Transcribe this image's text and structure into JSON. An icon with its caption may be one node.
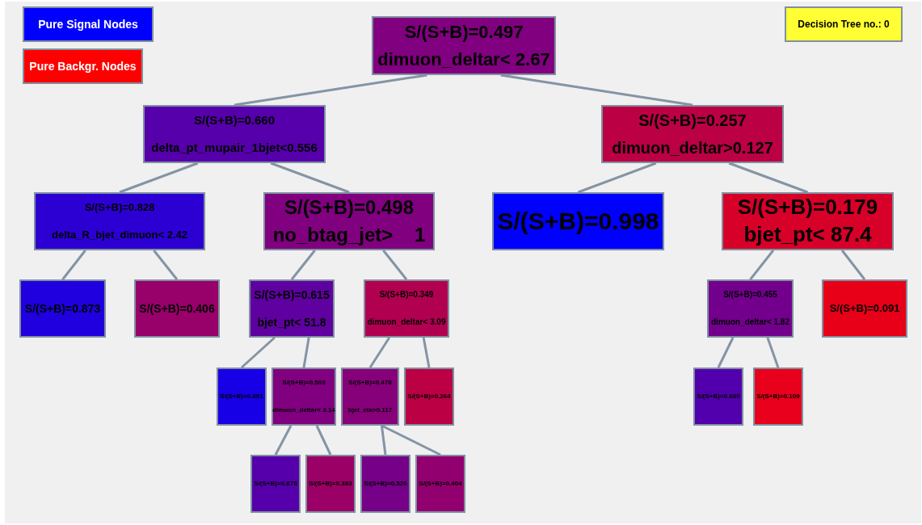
{
  "diagram": {
    "nodes": [
      {
        "text": [
          "S/(S+B)=0.497",
          "dimuon_deltar< 2.67"
        ]
      },
      {
        "text": [
          "S/(S+B)=0.660",
          "delta_pt_mupair_1bjet<0.556"
        ]
      },
      {
        "text": [
          "S/(S+B)=0.257",
          "dimuon_deltar>0.127"
        ]
      },
      {
        "text": [
          "S/(S+B)=0.828",
          "delta_R_bjet_dimuon< 2.42"
        ]
      },
      {
        "text": [
          "S/(S+B)=0.498",
          "no_btag_jet>    1"
        ]
      },
      {
        "text": [
          "S/(S+B)=0.998"
        ]
      },
      {
        "text": [
          "S/(S+B)=0.179",
          "bjet_pt< 87.4"
        ]
      },
      {
        "text": [
          "S/(S+B)=0.873"
        ]
      },
      {
        "text": [
          "S/(S+B)=0.406"
        ]
      },
      {
        "text": [
          "S/(S+B)=0.615",
          "bjet_pt< 51.8"
        ]
      },
      {
        "text": [
          "S/(S+B)=0.349",
          "dimuon_deltar< 3.09"
        ]
      },
      {
        "text": [
          "S/(S+B)=0.455",
          "dimuon_deltar< 1.82"
        ]
      },
      {
        "text": [
          "S/(S+B)=0.091"
        ]
      },
      {
        "text": [
          "S/(S+B)=0.891"
        ]
      },
      {
        "text": [
          "S/(S+B)=0.503",
          "dimuon_deltar< 3.14"
        ]
      },
      {
        "text": [
          "S/(S+B)=0.478",
          "bjet_eta>0.117"
        ]
      },
      {
        "text": [
          "S/(S+B)=0.264"
        ]
      },
      {
        "text": [
          "S/(S+B)=0.680"
        ]
      },
      {
        "text": [
          "S/(S+B)=0.109"
        ]
      },
      {
        "text": [
          "S/(S+B)=0.678"
        ]
      },
      {
        "text": [
          "S/(S+B)=0.383"
        ]
      },
      {
        "text": [
          "S/(S+B)=0.526"
        ]
      },
      {
        "text": [
          "S/(S+B)=0.404"
        ]
      },
      {
        "text": [
          "Decision Tree no.: 0"
        ]
      }
    ],
    "edges": [
      {
        "from": 0,
        "to": 1,
        "arrow": "none"
      },
      {
        "from": 0,
        "to": 2,
        "arrow": "none"
      },
      {
        "from": 1,
        "to": 3,
        "arrow": "none"
      },
      {
        "from": 1,
        "to": 4,
        "arrow": "none"
      },
      {
        "from": 2,
        "to": 5,
        "arrow": "none"
      },
      {
        "from": 2,
        "to": 6,
        "arrow": "none"
      },
      {
        "from": 3,
        "to": 7,
        "arrow": "none"
      },
      {
        "from": 3,
        "to": 8,
        "arrow": "none"
      },
      {
        "from": 4,
        "to": 9,
        "arrow": "none"
      },
      {
        "from": 4,
        "to": 10,
        "arrow": "none"
      },
      {
        "from": 6,
        "to": 11,
        "arrow": "none"
      },
      {
        "from": 6,
        "to": 12,
        "arrow": "none"
      },
      {
        "from": 9,
        "to": 13,
        "arrow": "none"
      },
      {
        "from": 9,
        "to": 14,
        "arrow": "none"
      },
      {
        "from": 10,
        "to": 15,
        "arrow": "none"
      },
      {
        "from": 10,
        "to": 16,
        "arrow": "none"
      },
      {
        "from": 11,
        "to": 17,
        "arrow": "none"
      },
      {
        "from": 11,
        "to": 18,
        "arrow": "none"
      },
      {
        "from": 14,
        "to": 19,
        "arrow": "none"
      },
      {
        "from": 14,
        "to": 20,
        "arrow": "none"
      },
      {
        "from": 15,
        "to": 21,
        "arrow": "none"
      },
      {
        "from": 15,
        "to": 22,
        "arrow": "none"
      }
    ],
    "legend": [
      {
        "text": "Pure Signal Nodes",
        "color": "#0000ff"
      },
      {
        "text": "Pure Backgr. Nodes",
        "color": "#ff0000"
      }
    ]
  }
}
